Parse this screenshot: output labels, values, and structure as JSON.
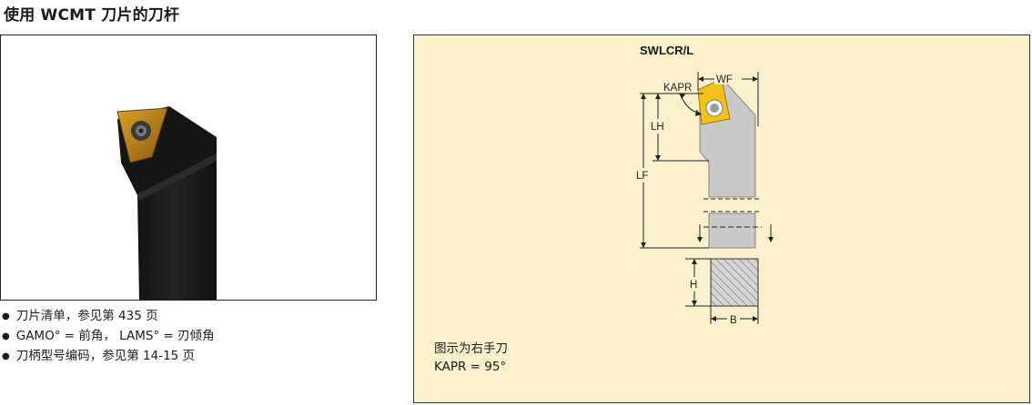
{
  "page_title": "使用 WCMT 刀片的刀杆",
  "notes": [
    "刀片清单，参见第 435 页",
    "GAMO° = 前角， LAMS° = 刃倾角",
    "刀柄型号编码，参见第 14-15 页"
  ],
  "diagram": {
    "title": "SWLCR/L",
    "labels": {
      "kapr": "KAPR",
      "wf": "WF",
      "lh": "LH",
      "lf": "LF",
      "h": "H",
      "b": "B"
    },
    "caption_line1": "图示为右手刀",
    "caption_line2": "KAPR = 95°"
  },
  "colors": {
    "diagram_background": "#fbf1cc",
    "insert_yellow": "#f2c21a",
    "holder_grey": "#c9c9c9"
  }
}
